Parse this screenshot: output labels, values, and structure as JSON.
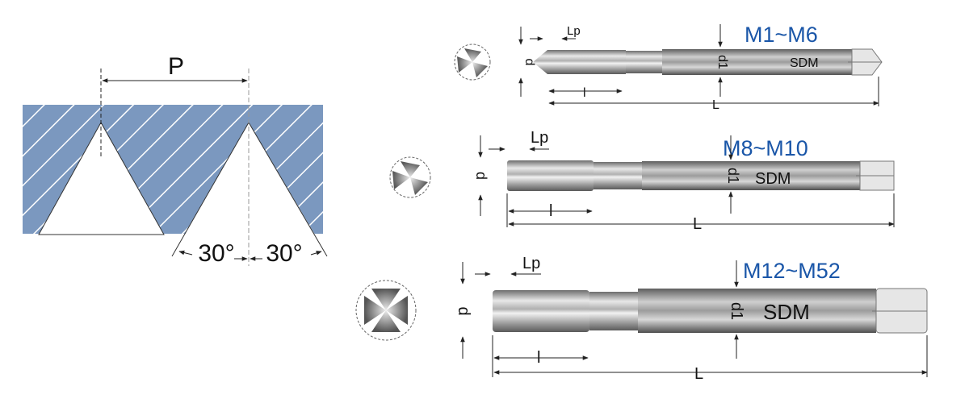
{
  "thread_profile": {
    "pitch_label": "P",
    "angle_left": "30°",
    "angle_right": "30°",
    "fill_color": "#7b98bf"
  },
  "taps": [
    {
      "size_range": "M1~M6",
      "brand": "SDM",
      "d_label": "d",
      "d1_label": "d1",
      "lp_label": "Lp",
      "l_label": "l",
      "L_label": "L",
      "flutes": 3
    },
    {
      "size_range": "M8~M10",
      "brand": "SDM",
      "d_label": "d",
      "d1_label": "d1",
      "lp_label": "Lp",
      "l_label": "l",
      "L_label": "L",
      "flutes": 3
    },
    {
      "size_range": "M12~M52",
      "brand": "SDM",
      "d_label": "d",
      "d1_label": "d1",
      "lp_label": "Lp",
      "l_label": "l",
      "L_label": "L",
      "flutes": 4
    }
  ],
  "colors": {
    "size_label": "#1a56a8"
  }
}
